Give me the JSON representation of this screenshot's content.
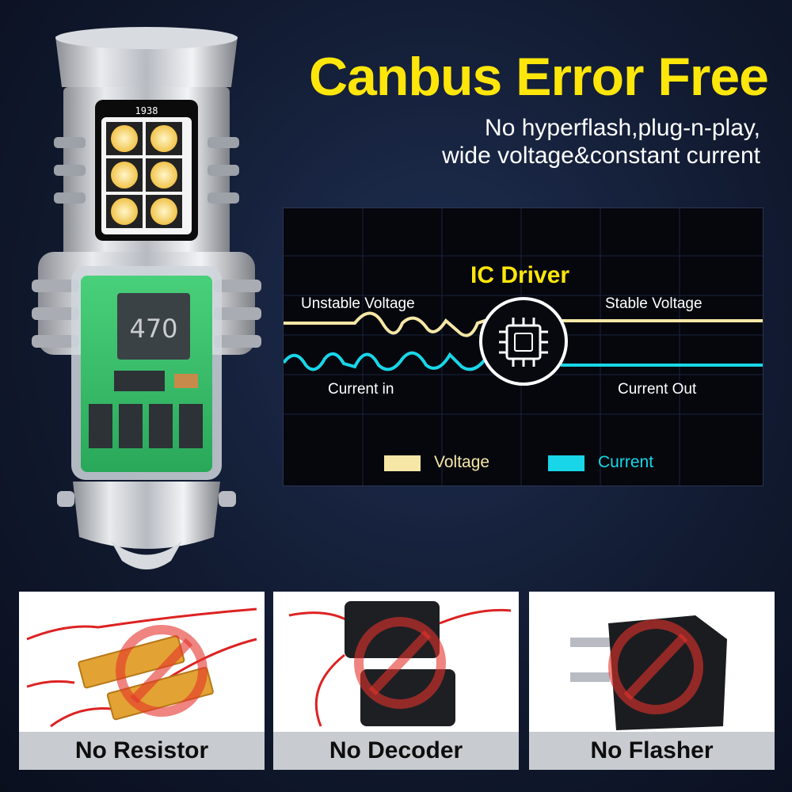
{
  "headline": "Canbus Error Free",
  "subline": [
    "No hyperflash,plug-n-play,",
    "wide voltage&constant current"
  ],
  "bulb": {
    "model": "1938",
    "inductor": "470"
  },
  "diagram": {
    "title": "IC Driver",
    "unstable_voltage": "Unstable Voltage",
    "stable_voltage": "Stable Voltage",
    "current_in": "Current in",
    "current_out": "Current Out",
    "legend": [
      {
        "label": "Voltage",
        "color": "#f6e7a6"
      },
      {
        "label": "Current",
        "color": "#18d6e8"
      }
    ],
    "icon": "chip-icon"
  },
  "cards": [
    {
      "caption": "No Resistor",
      "icon": "resistor-icon"
    },
    {
      "caption": "No Decoder",
      "icon": "decoder-icon"
    },
    {
      "caption": "No Flasher",
      "icon": "flasher-icon"
    }
  ],
  "colors": {
    "accent_yellow": "#ffe60a",
    "voltage_line": "#f6e7a6",
    "current_line": "#18d6e8",
    "prohibit_red": "#e4322b"
  }
}
